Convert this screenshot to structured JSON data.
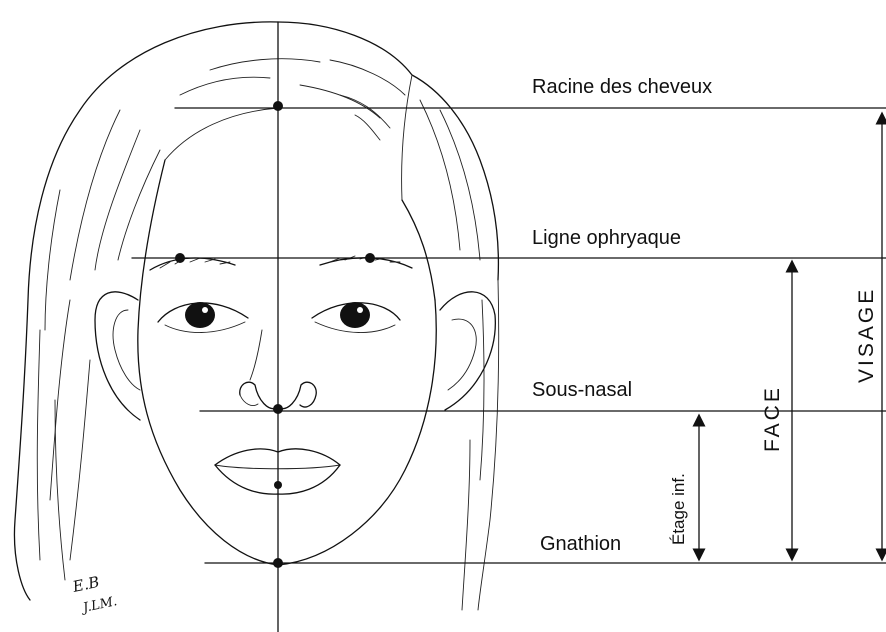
{
  "labels": {
    "racine": "Racine des cheveux",
    "ophryaque": "Ligne ophryaque",
    "sous_nasal": "Sous-nasal",
    "gnathion": "Gnathion",
    "etage_inf": "Étage inf.",
    "face": "FACE",
    "visage": "VISAGE"
  },
  "signature": {
    "line1": "E.B",
    "line2": "J.LM."
  }
}
